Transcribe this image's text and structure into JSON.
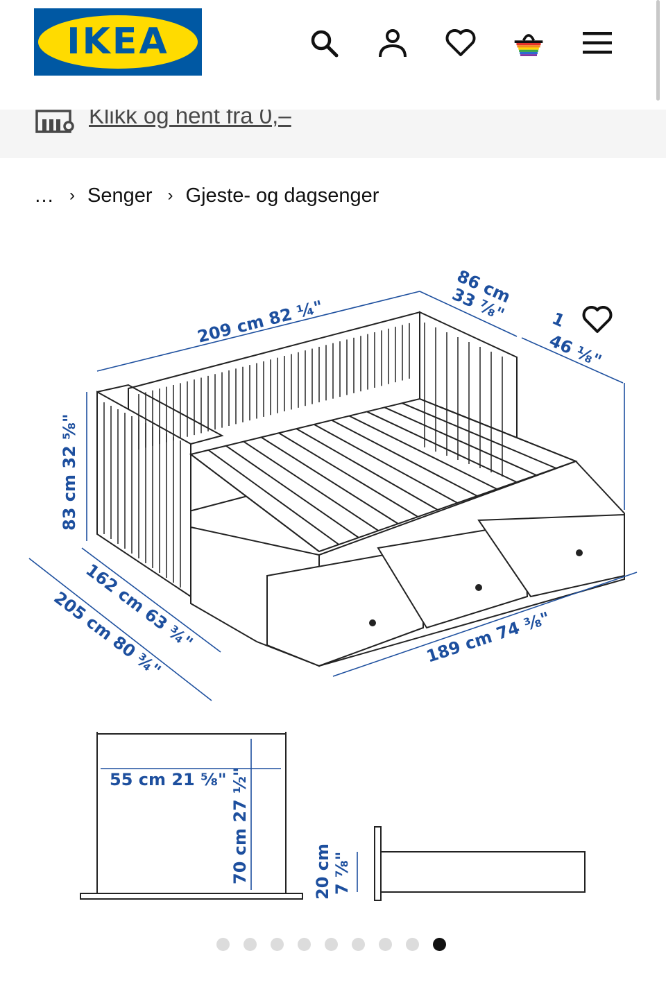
{
  "header": {
    "logo_text": "IKEA",
    "icons": [
      "search-icon",
      "account-icon",
      "heart-icon",
      "basket-icon",
      "menu-icon"
    ],
    "accent_color": "#0058a3",
    "logo_yellow": "#ffdb00"
  },
  "promo": {
    "text": "Klikk og hent fra 0,–",
    "icon": "store-pickup-icon"
  },
  "breadcrumb": {
    "items": [
      "…",
      "Senger",
      "Gjeste- og dagsenger"
    ]
  },
  "gallery": {
    "image_label": "Product dimension drawing",
    "dimensions": {
      "width_top": "209 cm 82 ¼\"",
      "depth_top_cm": "86 cm",
      "depth_top_in": "33 ⅞\"",
      "depth_right_cm": "1",
      "depth_right_in": "46 ⅛\"",
      "height": "83 cm 32 ⅝\"",
      "depth_162": "162 cm 63 ¾\"",
      "depth_205": "205 cm 80 ¾\"",
      "length_189": "189 cm 74 ⅜\"",
      "width_55": "55 cm 21 ⅝\"",
      "height_70": "70 cm 27 ½\"",
      "drawer_h_cm": "20 cm",
      "drawer_h_in": "7 ⅞\""
    },
    "favourite_icon": "heart-outline-icon",
    "dim_color": "#1d4f9e"
  },
  "carousel": {
    "total": 9,
    "active_index": 8
  }
}
